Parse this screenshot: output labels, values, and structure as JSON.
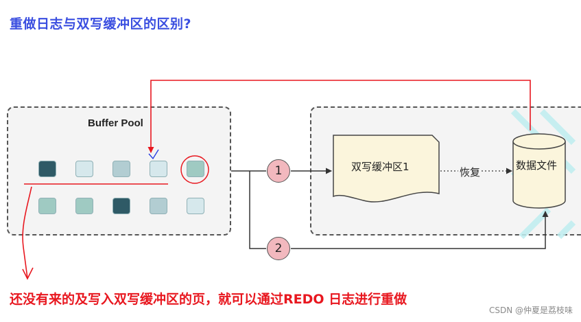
{
  "title": "重做日志与双写缓冲区的区别?",
  "buffer_pool": {
    "label": "Buffer Pool",
    "pages_row1": [
      "#2f5a66",
      "#d6e8ec",
      "#b2cdd2",
      "#d6e8ec",
      "#9fcac2"
    ],
    "pages_row2": [
      "#9fcac2",
      "#9fcac2",
      "#2f5a66",
      "#b2cdd2",
      "#d6e8ec"
    ]
  },
  "steps": [
    "1",
    "2"
  ],
  "doublewrite_buffer": {
    "label": "双写缓冲区1"
  },
  "recover_label": "恢复",
  "data_file": {
    "label": "数据文件"
  },
  "note": "还没有来的及写入双写缓冲区的页，就可以通过REDO 日志进行重做",
  "watermark": "CSDN @仲夏是荔枝味",
  "colors": {
    "title": "#3a4ee0",
    "annotation_red": "#e8171f",
    "step_circle": "#f2b8be",
    "doc_fill": "#fbf5dc",
    "cylinder_fill": "#fbf5dc"
  }
}
